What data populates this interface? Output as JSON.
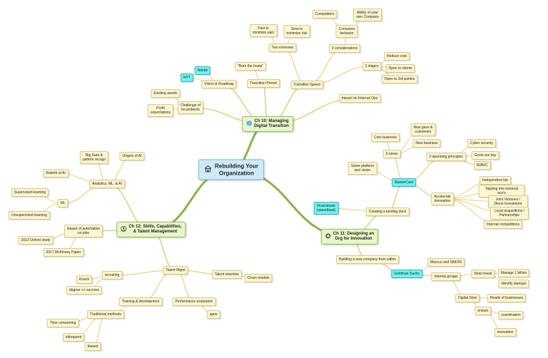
{
  "central": {
    "title": "Rebuilding Your\nOrganization",
    "icon": "building-icon"
  },
  "ch10": {
    "title": "Ch 10: Managing\nDigital Transition",
    "icon": "globe-icon"
  },
  "ch11": {
    "title": "Ch 11: Designing an\nOrg for Innovation",
    "icon": "gear-icon"
  },
  "ch12": {
    "title": "Ch 12: Skills, Capabilities,\n& Talent Management",
    "icon": "people-icon"
  },
  "nodes": {
    "n_adobe": "Adobe",
    "n_nyt": "NYT",
    "n_vision_roadmap": "Vision & Roadmap",
    "n_burn_boats": "\"Burn the boats\"",
    "n_transition_period": "Transition Period",
    "n_fast_min_pain": "Fast to\nminimize pain",
    "n_slow_min_risk": "Slow to\nminimize risk",
    "n_two_extremes": "Two extremes",
    "n_competitors": "Competitors",
    "n_ability_company": "Ability of your\nown Company",
    "n_consumer_behavior": "Consumer\nbehavior",
    "n_three_considerations": "3 considerations",
    "n_transition_speed": "Transition Speed",
    "n_three_stages": "3 stages",
    "n_reduce_cost": "Reduce cost",
    "n_open_clients": "Open to clients",
    "n_open_3rd": "Open to 3rd parties",
    "n_impact_internal_ops": "Impact on Internal Ops",
    "n_existing_assets": "Existing assets",
    "n_challenge_incumbents": "Challenge of\nIncumbents",
    "n_profit_expectations": "Profit\nexpectations",
    "n_core_business": "Core business",
    "n_new_geos": "New geos &\ncustomers",
    "n_new_business": "New business",
    "n_three_areas": "3 areas",
    "n_cyber_security": "Cyber security",
    "n_govts_key": "Govts are key",
    "n_three_principles": "3 operating principles",
    "n_b2b2c": "B2B2C",
    "n_same_platform": "Same platform\nand vision",
    "n_mastercard": "MasterCard",
    "n_independent_lab": "Independent lab",
    "n_tapping_eco": "Tapping into external eco's",
    "n_joint_ventures": "Joint Ventures / Direct Investment",
    "n_local_acq": "Local acquisitions / Partnerships",
    "n_internal_competitions": "Internal competitions",
    "n_accelerate_innovation": "Accelerate\ninnovation",
    "n_finansbank": "Finansbank\n(speedboat)",
    "n_landing_dock": "Creating a landing dock",
    "n_new_company_within": "Building a new company from within",
    "n_marcus_simon": "Marcus and SIMON",
    "n_goldman": "Goldman Sachs",
    "n_internal_groups": "Internal groups",
    "n_strat_invest": "Strat Invest",
    "n_manage_billion": "Manage 1 billion",
    "n_identify_startups": "Identify startups",
    "n_digital_strat": "Digital Strat",
    "n_heads_businesses": "Heads of businesses",
    "n_ensure": "ensure",
    "n_coordination": "coordination",
    "n_innovation": "innovation",
    "n_big_data": "Big Data &\npattern recogn",
    "n_origins_ai": "Origins of AI",
    "n_rebirth_ai": "Rebirth of AI",
    "n_analytics_ml_ai": "Analytics, ML, & AI",
    "n_supervised": "Supervised learning",
    "n_ml": "ML",
    "n_unsupervised": "Unsupervised learning",
    "n_impact_automation": "impact of automation\non jobs",
    "n_oxford_study": "2013 Oxford study",
    "n_mckinsey": "2017 McKinsey Paper",
    "n_talent_mgmt": "Talent Mgmt",
    "n_recruiting": "recruiting",
    "n_knack": "Knack",
    "n_degree_success": "degree <> success",
    "n_talent_retention": "Talent retention",
    "n_churn_models": "Churn models",
    "n_training_dev": "Training & development",
    "n_traditional_methods": "Traditional methods",
    "n_time_consuming": "Time consuming",
    "n_infrequent": "infrequent",
    "n_biased": "biased",
    "n_performance_eval": "Performance evaluation",
    "n_apps": "apps"
  }
}
